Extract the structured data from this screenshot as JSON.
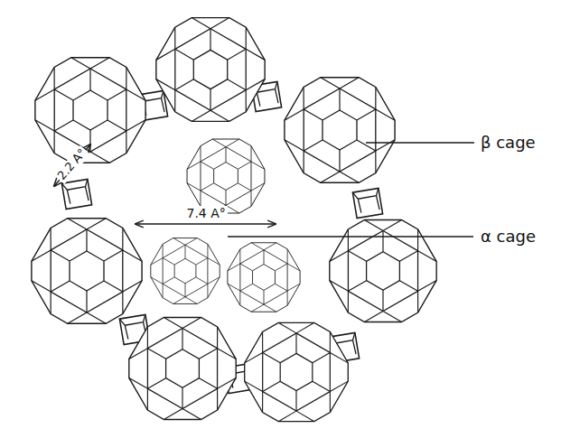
{
  "diagram": {
    "labels": [
      "2.2 A°",
      "7.4 A°",
      "β cage",
      "α cage"
    ]
  }
}
